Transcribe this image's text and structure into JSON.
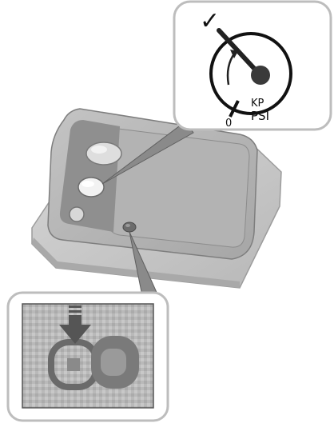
{
  "gauge": {
    "zero_label": "0",
    "unit_top": "KP",
    "unit_bottom": "PSI",
    "check_mark": "✓",
    "icon_names": [
      "check-icon",
      "rotation-arrow-icon",
      "down-arrow-icon"
    ]
  },
  "colors": {
    "device_body": "#9a9a9a",
    "device_top": "#b4b4b4",
    "device_base": "#c8c8c8",
    "callout_border": "#bdbdbd",
    "gauge_ink": "#111111",
    "arrow_fill": "#555555"
  }
}
